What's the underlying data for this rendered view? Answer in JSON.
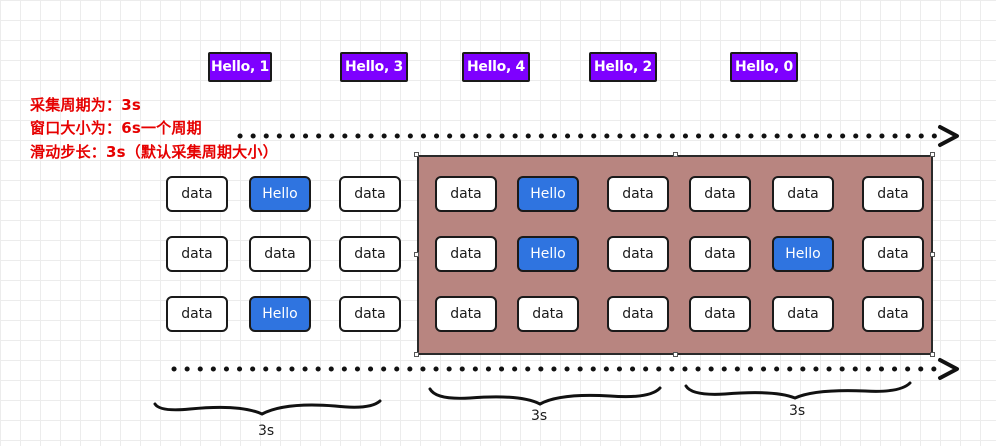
{
  "outputs": [
    {
      "label": "Hello, 1"
    },
    {
      "label": "Hello, 3"
    },
    {
      "label": "Hello, 4"
    },
    {
      "label": "Hello, 2"
    },
    {
      "label": "Hello, 0"
    }
  ],
  "notes": [
    "采集周期为：3s",
    "窗口大小为：6s一个周期",
    "滑动步长：3s（默认采集周期大小）"
  ],
  "grid": {
    "rows": [
      [
        "data",
        "Hello",
        "data",
        "data",
        "Hello",
        "data",
        "data",
        "data",
        "data"
      ],
      [
        "data",
        "data",
        "data",
        "data",
        "Hello",
        "data",
        "data",
        "Hello",
        "data"
      ],
      [
        "data",
        "Hello",
        "data",
        "data",
        "data",
        "data",
        "data",
        "data",
        "data"
      ]
    ]
  },
  "braces": [
    {
      "label": "3s"
    },
    {
      "label": "3s"
    },
    {
      "label": "3s"
    }
  ],
  "colors": {
    "output_bg": "#7e00ff",
    "note_text": "#e60000",
    "hello_bg": "#2f74e0",
    "window_fill": "#b88580"
  }
}
